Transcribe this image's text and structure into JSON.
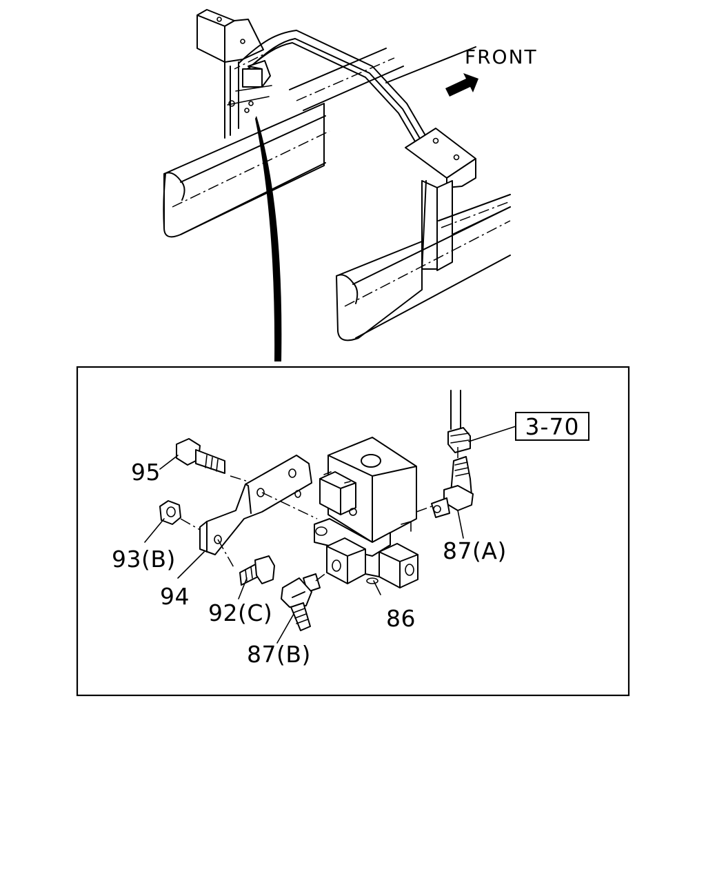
{
  "orientation": {
    "front_label": "FRONT",
    "arrow_icon": "front-direction-arrow"
  },
  "reference": {
    "label": "3-70"
  },
  "callouts": [
    {
      "id": "95",
      "label": "95"
    },
    {
      "id": "93b",
      "label": "93(B)"
    },
    {
      "id": "94",
      "label": "94"
    },
    {
      "id": "92c",
      "label": "92(C)"
    },
    {
      "id": "87b",
      "label": "87(B)"
    },
    {
      "id": "86",
      "label": "86"
    },
    {
      "id": "87a",
      "label": "87(A)"
    }
  ]
}
